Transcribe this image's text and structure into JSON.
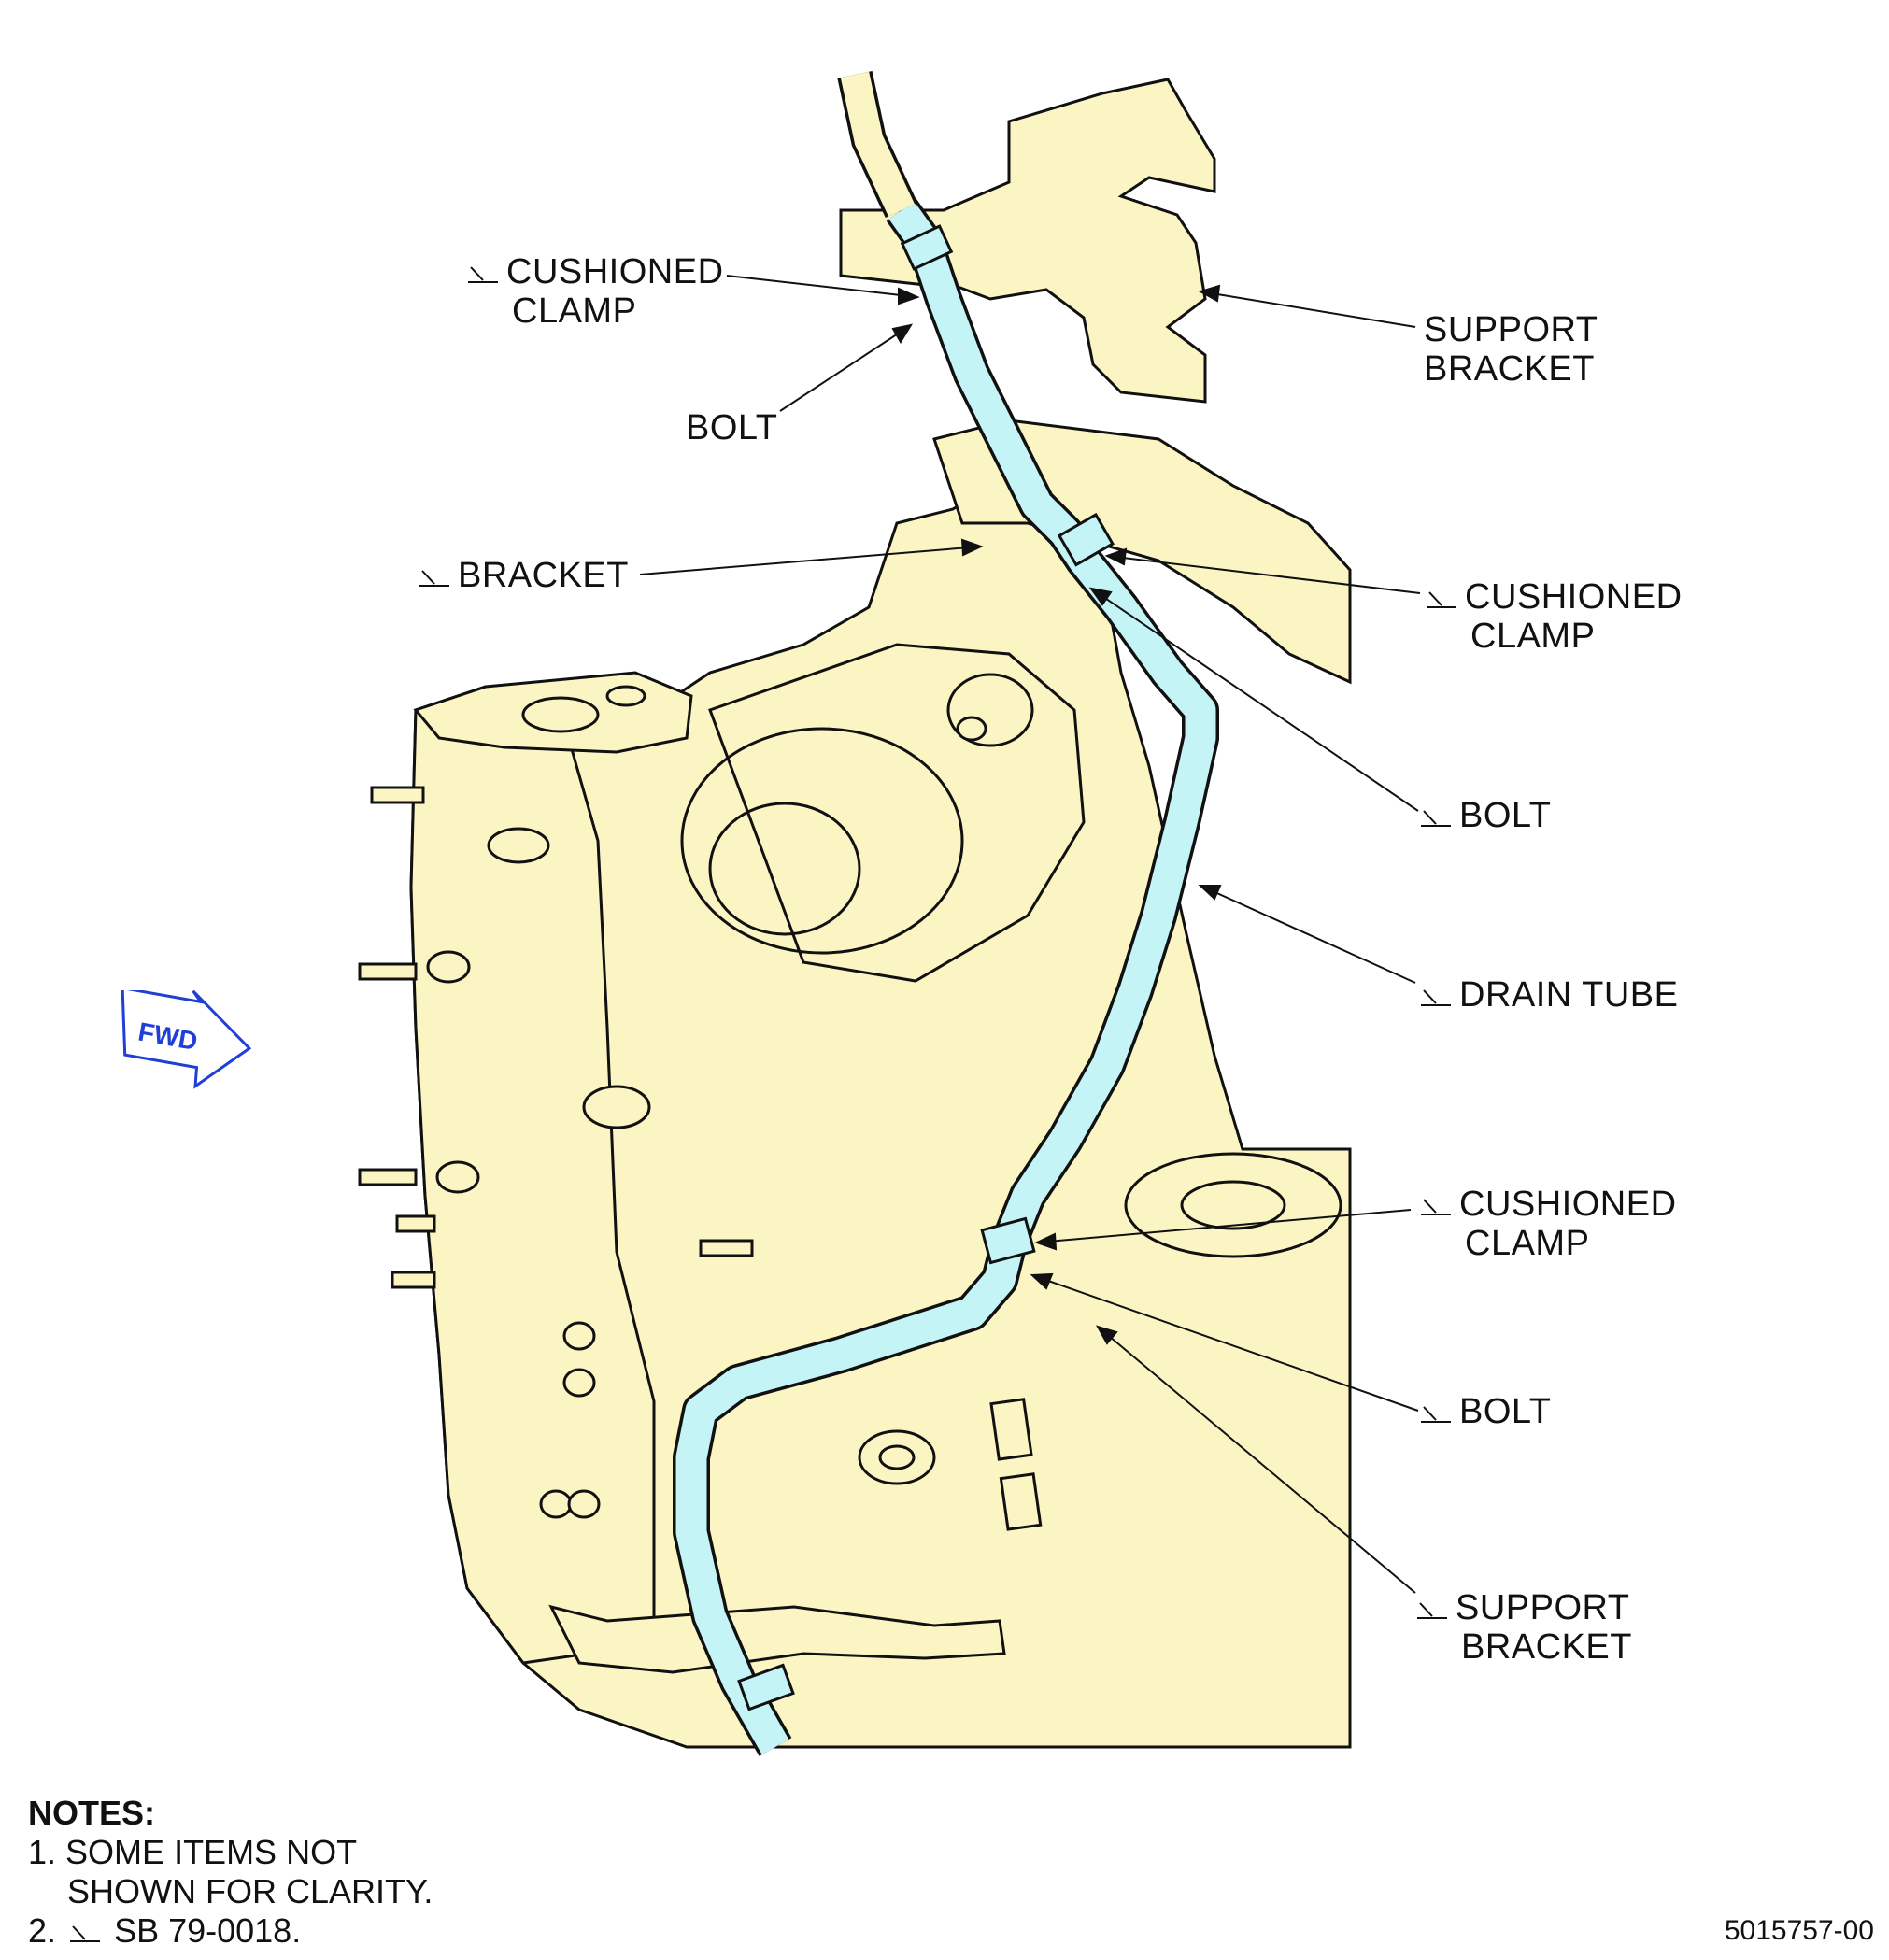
{
  "callouts": {
    "cushioned_clamp_top": {
      "line1": "CUSHIONED",
      "line2": "CLAMP",
      "flag": true
    },
    "bolt_top": {
      "line1": "BOLT",
      "flag": false
    },
    "support_bracket_top": {
      "line1": "SUPPORT",
      "line2": "BRACKET",
      "flag": false
    },
    "bracket": {
      "line1": "BRACKET",
      "flag": true
    },
    "cushioned_clamp_mid": {
      "line1": "CUSHIONED",
      "line2": "CLAMP",
      "flag": true
    },
    "bolt_mid": {
      "line1": "BOLT",
      "flag": true
    },
    "drain_tube": {
      "line1": "DRAIN TUBE",
      "flag": true
    },
    "cushioned_clamp_low": {
      "line1": "CUSHIONED",
      "line2": "CLAMP",
      "flag": true
    },
    "bolt_low": {
      "line1": "BOLT",
      "flag": true
    },
    "support_bracket_low": {
      "line1": "SUPPORT",
      "line2": "BRACKET",
      "flag": true
    }
  },
  "fwd_arrow": {
    "text": "FWD",
    "color": "#1f3fd6"
  },
  "notes": {
    "title": "NOTES:",
    "items": [
      {
        "num": "1.",
        "line1": "SOME ITEMS NOT",
        "line2": "SHOWN FOR CLARITY."
      },
      {
        "num": "2.",
        "text": "SB 79-0018."
      }
    ]
  },
  "figure_id": "5015757-00",
  "colors": {
    "engine_fill": "#fbf5c4",
    "drain_tube_fill": "#c4f4f6",
    "line": "#111111",
    "fwd": "#1f3fd6"
  }
}
